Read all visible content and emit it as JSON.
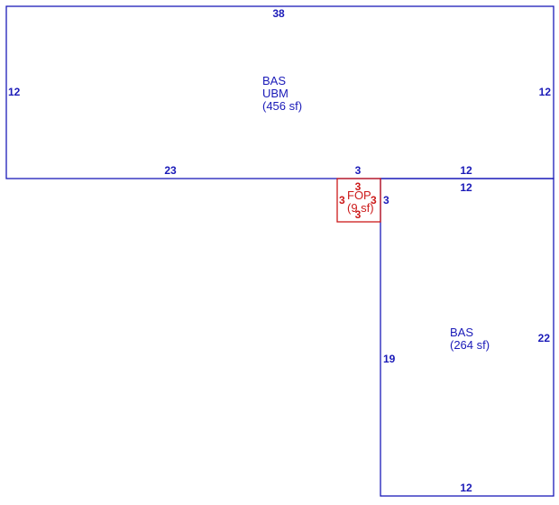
{
  "areas": [
    {
      "id": "bas-ubm-upper",
      "lines": [
        "BAS",
        "UBM",
        "(456 sf)"
      ],
      "color": "#1a1ab8"
    },
    {
      "id": "bas-lower",
      "lines": [
        "BAS",
        "(264 sf)"
      ],
      "color": "#1a1ab8"
    },
    {
      "id": "fop",
      "lines": [
        "FOP",
        "(9 sf)"
      ],
      "color": "#cc1a1a"
    }
  ],
  "dimensions": {
    "upper_top": "38",
    "upper_left": "12",
    "upper_right": "12",
    "upper_bottom_left": "23",
    "upper_bottom_mid": "3",
    "upper_bottom_right": "12",
    "lower_top": "12",
    "lower_left": "19",
    "lower_right": "22",
    "lower_bottom": "12",
    "fop_top": "3",
    "fop_left": "3",
    "fop_right": "3",
    "fop_bottom": "3",
    "fop_outer_right": "3"
  },
  "colors": {
    "main_line": "#1a1ab8",
    "fop_line": "#cc1a1a"
  }
}
